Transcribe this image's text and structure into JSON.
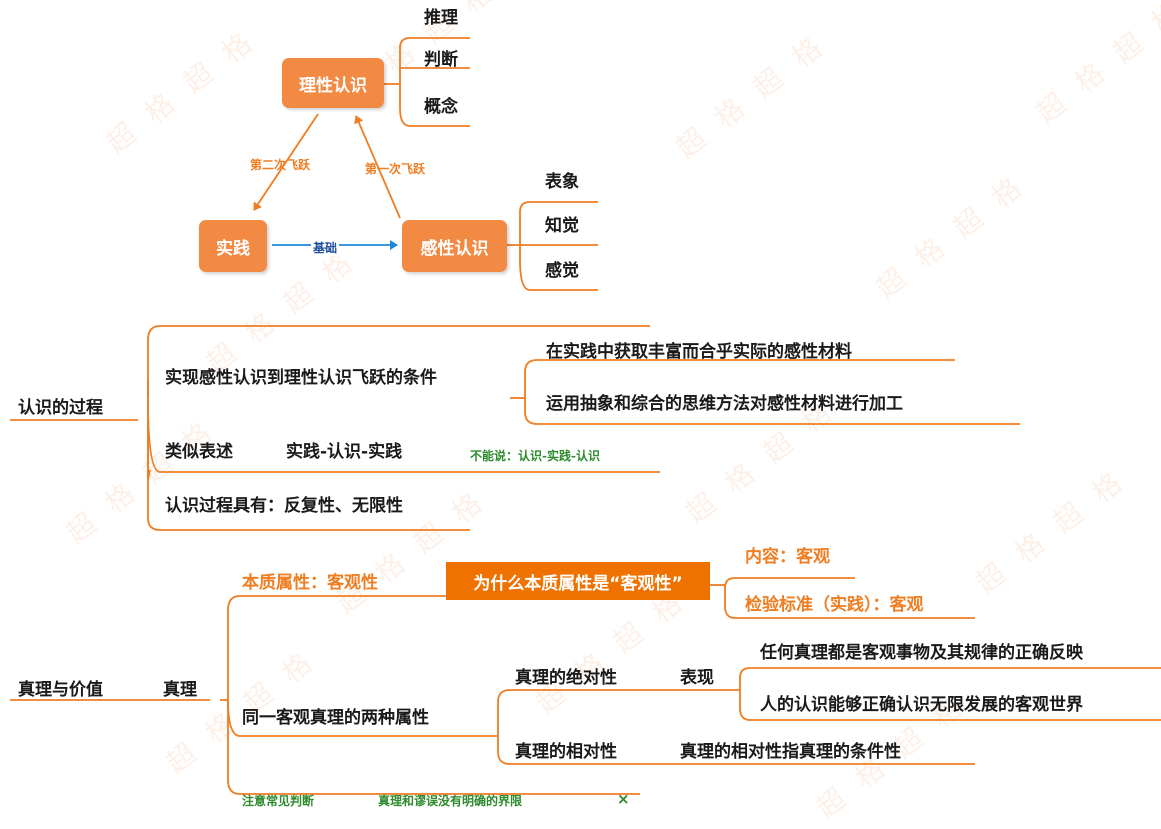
{
  "watermark": "超 格 超 格",
  "colors": {
    "accent": "#ef7d22",
    "box": "#f28a44",
    "highlight": "#ef7200",
    "green": "#2e8b2e",
    "blue": "#1e88d8"
  },
  "cycle": {
    "rational": "理性认识",
    "practice": "实践",
    "perceptual": "感性认识",
    "base_label": "基础",
    "second_leap": "第二次飞跃",
    "first_leap": "第一次飞跃",
    "rational_forms": [
      "推理",
      "判断",
      "概念"
    ],
    "perceptual_forms": [
      "表象",
      "知觉",
      "感觉"
    ]
  },
  "process": {
    "root": "认识的过程",
    "condition_title": "实现感性认识到理性认识飞跃的条件",
    "conditions": [
      "在实践中获取丰富而合乎实际的感性材料",
      "运用抽象和综合的思维方法对感性材料进行加工"
    ],
    "similar_label": "类似表述",
    "similar_value": "实践-认识-实践",
    "similar_note": "不能说：认识-实践-认识",
    "feature": "认识过程具有：反复性、无限性"
  },
  "truth": {
    "root": "真理与价值",
    "node": "真理",
    "essence": "本质属性：客观性",
    "why": "为什么本质属性是“客观性”",
    "content": "内容：客观",
    "standard": "检验标准（实践）：客观",
    "two_attrs": "同一客观真理的两种属性",
    "absolute": "真理的绝对性",
    "expression": "表现",
    "abs_points": [
      "任何真理都是客观事物及其规律的正确反映",
      "人的认识能够正确认识无限发展的客观世界"
    ],
    "relative": "真理的相对性",
    "relative_desc": "真理的相对性指真理的条件性",
    "note_label": "注意常见判断",
    "note_text": "真理和谬误没有明确的界限",
    "note_mark": "×"
  }
}
